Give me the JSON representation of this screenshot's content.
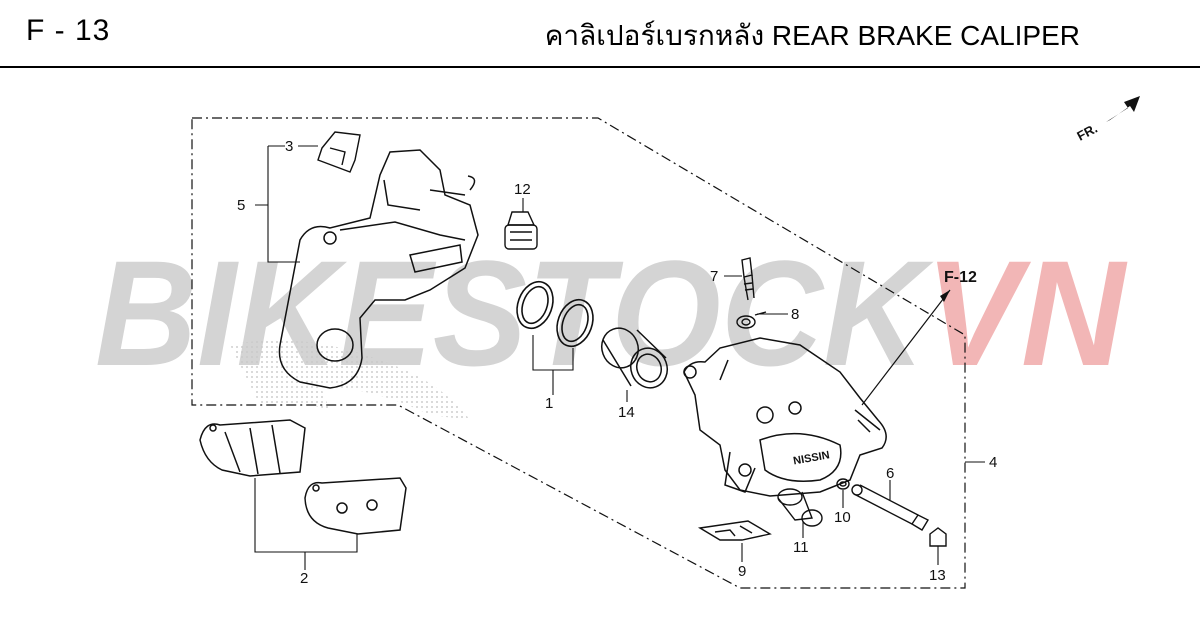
{
  "header": {
    "page_code": "F - 13",
    "title": "คาลิเปอร์เบรกหลัง  REAR BRAKE CALIPER"
  },
  "watermark": {
    "grey_part": "BIKESTOCK",
    "red_part": "VN",
    "grey_color": "#d4d4d4",
    "red_color": "#f2b6b6"
  },
  "direction_label": "FR.",
  "reference_label": "F-12",
  "colors": {
    "line": "#111111",
    "brand_stipple": "#c9c9c9"
  },
  "callouts": [
    {
      "id": "1",
      "label": "1"
    },
    {
      "id": "2",
      "label": "2"
    },
    {
      "id": "3",
      "label": "3"
    },
    {
      "id": "4",
      "label": "4"
    },
    {
      "id": "5",
      "label": "5"
    },
    {
      "id": "6",
      "label": "6"
    },
    {
      "id": "7",
      "label": "7"
    },
    {
      "id": "8",
      "label": "8"
    },
    {
      "id": "9",
      "label": "9"
    },
    {
      "id": "10",
      "label": "10"
    },
    {
      "id": "11",
      "label": "11"
    },
    {
      "id": "12",
      "label": "12"
    },
    {
      "id": "13",
      "label": "13"
    },
    {
      "id": "14",
      "label": "14"
    }
  ],
  "parts": [
    {
      "name": "pad-spring-icon"
    },
    {
      "name": "caliper-bracket-icon"
    },
    {
      "name": "piston-seal-icon"
    },
    {
      "name": "piston-icon"
    },
    {
      "name": "bleeder-screw-icon"
    },
    {
      "name": "bleeder-cap-icon"
    },
    {
      "name": "caliper-body-icon"
    },
    {
      "name": "brake-pad-set-icon"
    },
    {
      "name": "pad-pin-icon"
    },
    {
      "name": "pad-retainer-icon"
    },
    {
      "name": "slide-pin-boot-icon"
    },
    {
      "name": "washer-icon"
    },
    {
      "name": "pad-pin-plug-icon"
    },
    {
      "name": "dust-boot-icon"
    },
    {
      "name": "direction-arrow-icon"
    }
  ]
}
